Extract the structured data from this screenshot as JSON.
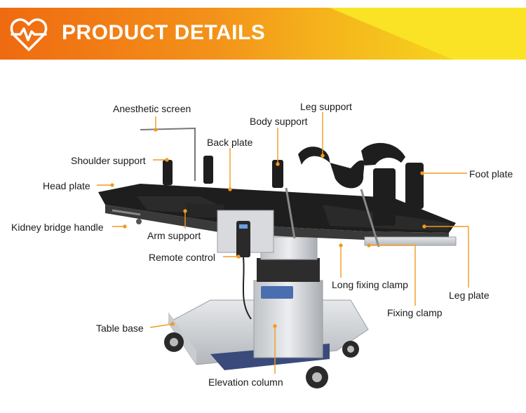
{
  "header": {
    "title": "PRODUCT DETAILS",
    "accent_color": "#f08a1e",
    "icon": "heart-pulse-icon"
  },
  "labels": {
    "anesthetic_screen": "Anesthetic screen",
    "leg_support": "Leg support",
    "body_support": "Body support",
    "back_plate": "Back plate",
    "shoulder_support": "Shoulder support",
    "head_plate": "Head plate",
    "foot_plate": "Foot plate",
    "kidney_bridge_handle": "Kidney bridge handle",
    "arm_support": "Arm support",
    "remote_control": "Remote control",
    "long_fixing_clamp": "Long fixing clamp",
    "leg_plate": "Leg plate",
    "fixing_clamp": "Fixing clamp",
    "table_base": "Table base",
    "elevation_column": "Elevation column"
  },
  "callout_color": "#f39a1e"
}
